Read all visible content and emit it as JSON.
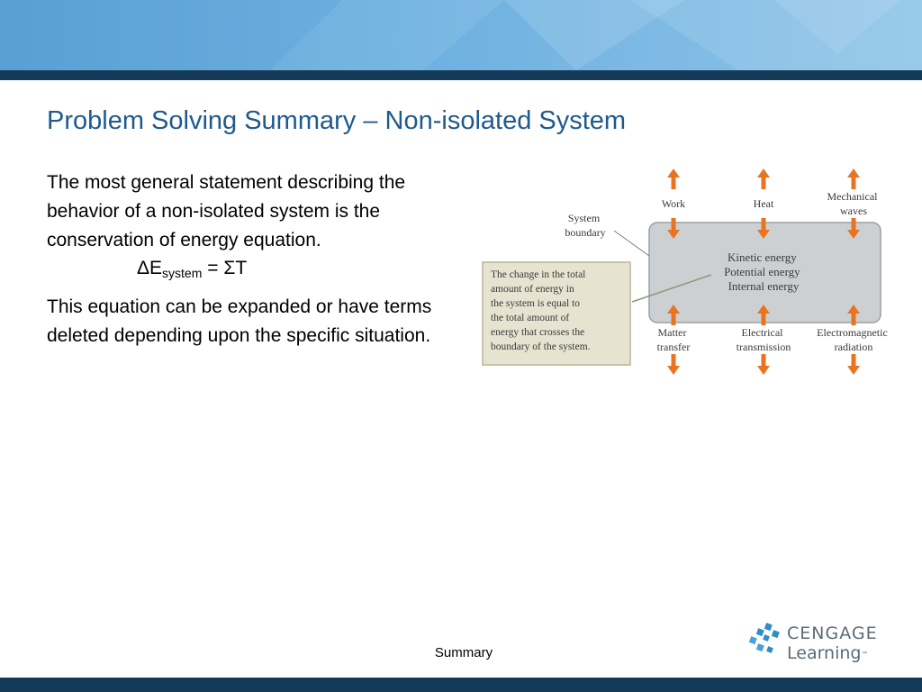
{
  "slide": {
    "title": "Problem Solving Summary – Non-isolated System",
    "para1": "The most general statement describing the behavior of a non-isolated system is the conservation of energy equation.",
    "equation": {
      "lhs": "ΔE",
      "subscript": "system",
      "rhs": "= ΣT"
    },
    "para2": "This equation can be expanded or have terms deleted depending upon the specific situation.",
    "footer": "Summary"
  },
  "diagram": {
    "system_boundary": [
      "System",
      "boundary"
    ],
    "system_contents": [
      "Kinetic energy",
      "Potential energy",
      "Internal energy"
    ],
    "callout": [
      "The change in the total",
      "amount of energy in",
      "the system is equal to",
      "the total amount of",
      "energy that crosses the",
      "boundary of the system."
    ],
    "top_labels": {
      "work": [
        "Work"
      ],
      "heat": [
        "Heat"
      ],
      "mechanical": [
        "Mechanical",
        "waves"
      ]
    },
    "bottom_labels": {
      "matter": [
        "Matter",
        "transfer"
      ],
      "electrical": [
        "Electrical",
        "transmission"
      ],
      "electromagnetic": [
        "Electromagnetic",
        "radiation"
      ]
    },
    "colors": {
      "system_fill": "#cdd0d2",
      "callout_fill": "#e6e4d0",
      "arrow": "#e87422"
    }
  },
  "logo": {
    "line1": "CENGAGE",
    "line2": "Learning",
    "tm": "™"
  }
}
